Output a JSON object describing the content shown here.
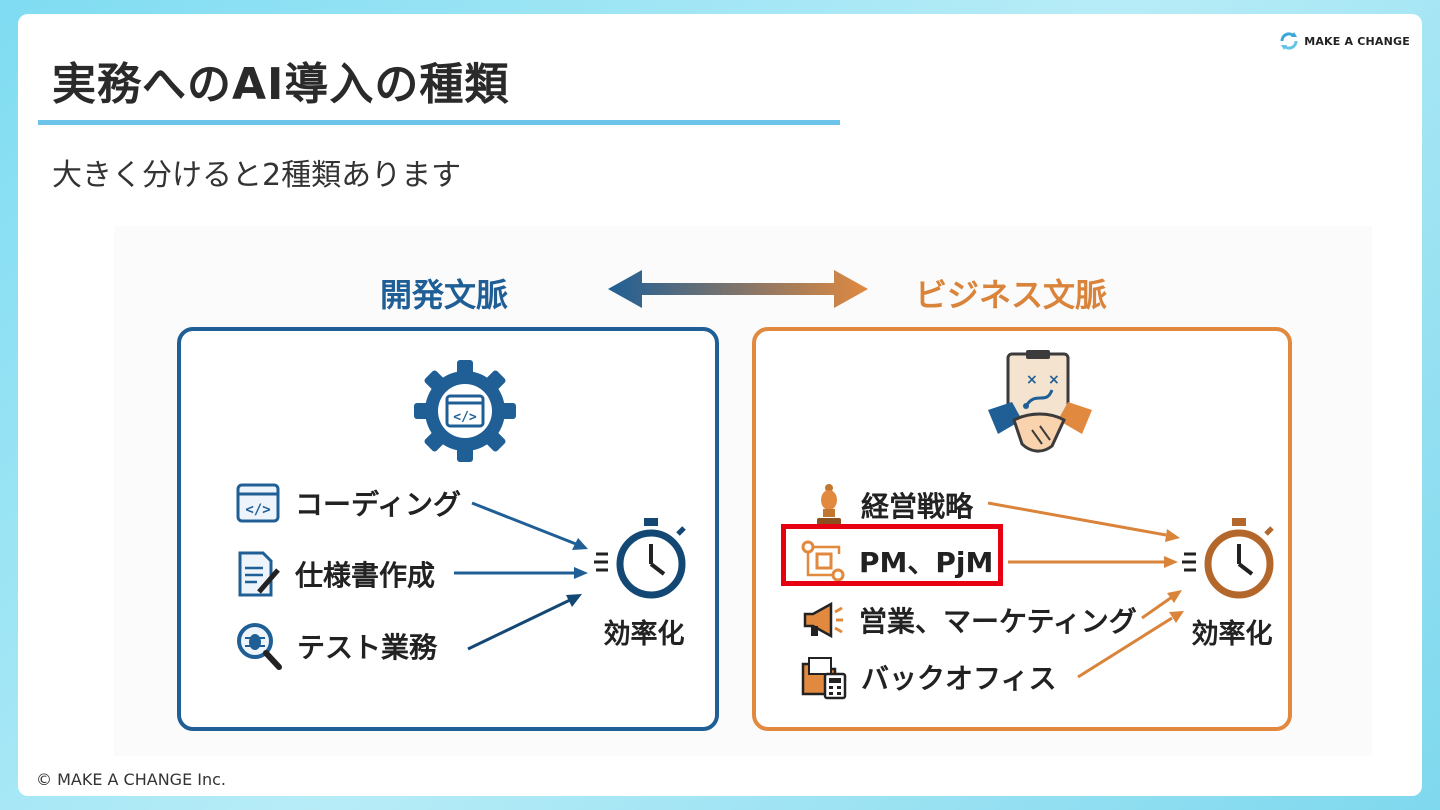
{
  "title": "実務へのAI導入の種類",
  "subtitle": "大きく分けると2種類あります",
  "logo": {
    "text": "MAKE A CHANGE",
    "icon": "refresh-cycle-icon"
  },
  "copyright": "© MAKE A CHANGE Inc.",
  "colors": {
    "accent_line": "#6cc4ea",
    "dev": "#1f5f96",
    "biz": "#e0893f",
    "highlight": "#e60012"
  },
  "diagram": {
    "dev": {
      "title": "開発文脈",
      "main_icon": "gear-code-icon",
      "items": [
        {
          "label": "コーディング",
          "icon": "code-window-icon"
        },
        {
          "label": "仕様書作成",
          "icon": "document-pen-icon"
        },
        {
          "label": "テスト業務",
          "icon": "bug-magnifier-icon"
        }
      ],
      "result": {
        "label": "効率化",
        "icon": "stopwatch-icon"
      }
    },
    "biz": {
      "title": "ビジネス文脈",
      "main_icon": "handshake-clipboard-icon",
      "items": [
        {
          "label": "経営戦略",
          "icon": "chess-bishop-icon"
        },
        {
          "label": "PM、PjM",
          "icon": "workflow-icon",
          "highlighted": true
        },
        {
          "label": "営業、マーケティング",
          "icon": "megaphone-icon"
        },
        {
          "label": "バックオフィス",
          "icon": "folder-calculator-icon"
        }
      ],
      "result": {
        "label": "効率化",
        "icon": "stopwatch-icon"
      }
    },
    "connector_icon": "double-arrow-icon"
  }
}
